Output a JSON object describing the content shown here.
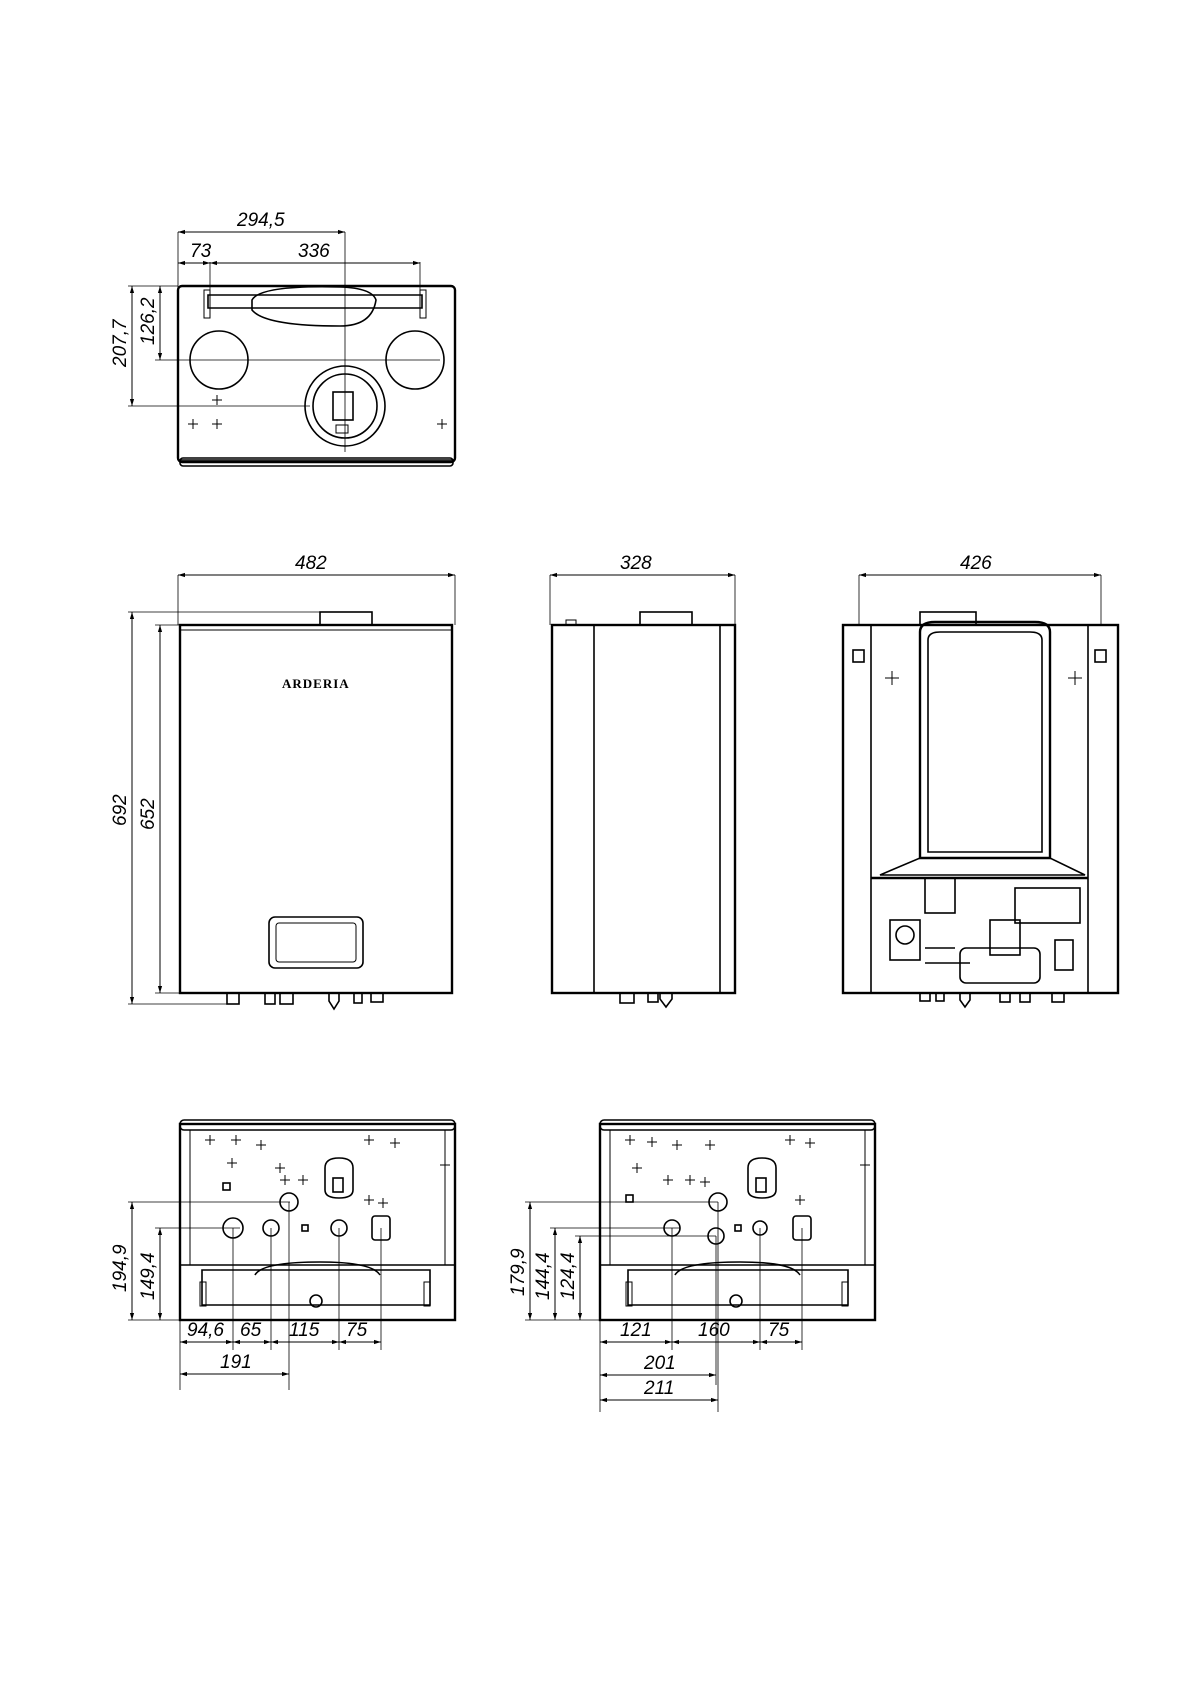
{
  "brand": "ARDERIA",
  "dimensions": {
    "top_view": {
      "width_294_5": "294,5",
      "offset_73": "73",
      "spacing_336": "336",
      "depth_207_7": "207,7",
      "depth_126_2": "126,2"
    },
    "front_view": {
      "width": "482",
      "height_total": "692",
      "height_body": "652"
    },
    "side_view": {
      "depth": "328"
    },
    "back_view": {
      "width": "426"
    },
    "bottom_view_1": {
      "h_194_9": "194,9",
      "h_149_4": "149,4",
      "x_94_6": "94,6",
      "x_65": "65",
      "x_115": "115",
      "x_75": "75",
      "x_191": "191"
    },
    "bottom_view_2": {
      "h_179_9": "179,9",
      "h_144_4": "144,4",
      "h_124_4": "124,4",
      "x_121": "121",
      "x_160": "160",
      "x_75": "75",
      "x_201": "201",
      "x_211": "211"
    }
  }
}
